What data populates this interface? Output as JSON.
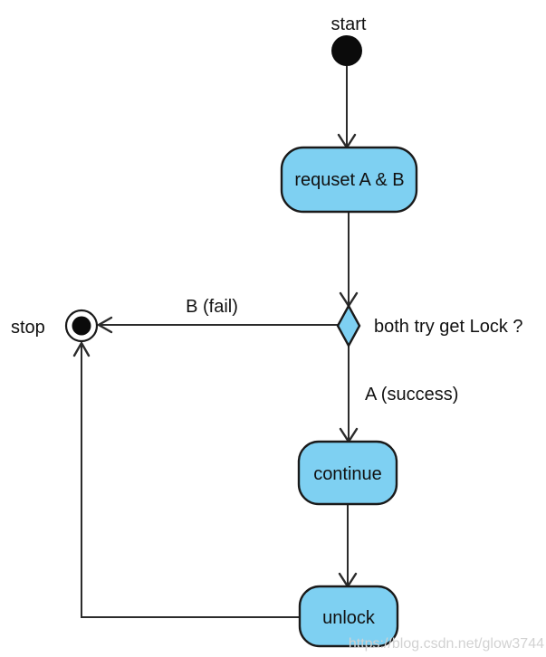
{
  "colors": {
    "background": "#FFFFFF",
    "node_fill": "#7ED0F2",
    "node_stroke": "#1A1A1A",
    "edge_line": "#2B2B2B",
    "text": "#111111",
    "terminal_fill": "#0B0B0B",
    "watermark": "#D2D2D2"
  },
  "diagram": {
    "type": "uml-activity-diagram",
    "nodes": {
      "start": {
        "label": "start",
        "kind": "initial"
      },
      "request": {
        "label": "requset A & B",
        "kind": "action"
      },
      "decision": {
        "label": "both try get Lock ?",
        "kind": "decision"
      },
      "continue": {
        "label": "continue",
        "kind": "action"
      },
      "unlock": {
        "label": "unlock",
        "kind": "action"
      },
      "stop": {
        "label": "stop",
        "kind": "final"
      }
    },
    "edges": [
      {
        "from": "start",
        "to": "request",
        "label": ""
      },
      {
        "from": "request",
        "to": "decision",
        "label": ""
      },
      {
        "from": "decision",
        "to": "stop",
        "label": "B (fail)"
      },
      {
        "from": "decision",
        "to": "continue",
        "label": "A (success)"
      },
      {
        "from": "continue",
        "to": "unlock",
        "label": ""
      },
      {
        "from": "unlock",
        "to": "stop",
        "label": ""
      }
    ]
  },
  "watermark": {
    "text": "https://blog.csdn.net/glow3744"
  }
}
